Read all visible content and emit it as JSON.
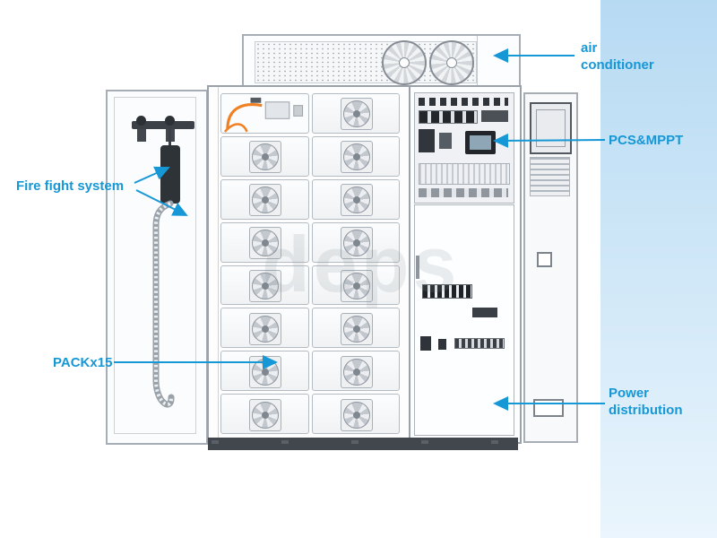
{
  "annotations": {
    "air_conditioner": {
      "line1": "air",
      "line2": "conditioner"
    },
    "pcs_mppt": {
      "text": "PCS&MPPT"
    },
    "fire_fight": {
      "text": "Fire fight system"
    },
    "pack": {
      "text": "PACKx15"
    },
    "power_distribution": {
      "line1": "Power",
      "line2": "distribution"
    }
  },
  "watermark": {
    "text": "deps"
  },
  "equipment": {
    "battery_pack_count": 15
  },
  "colors": {
    "annotation_blue": "#1697d6",
    "cable_orange": "#f08021",
    "cabinet_outline": "#a7adb4",
    "component_dark": "#2f343a",
    "base_dark": "#42474d",
    "band_blue": "#b7daf3"
  }
}
